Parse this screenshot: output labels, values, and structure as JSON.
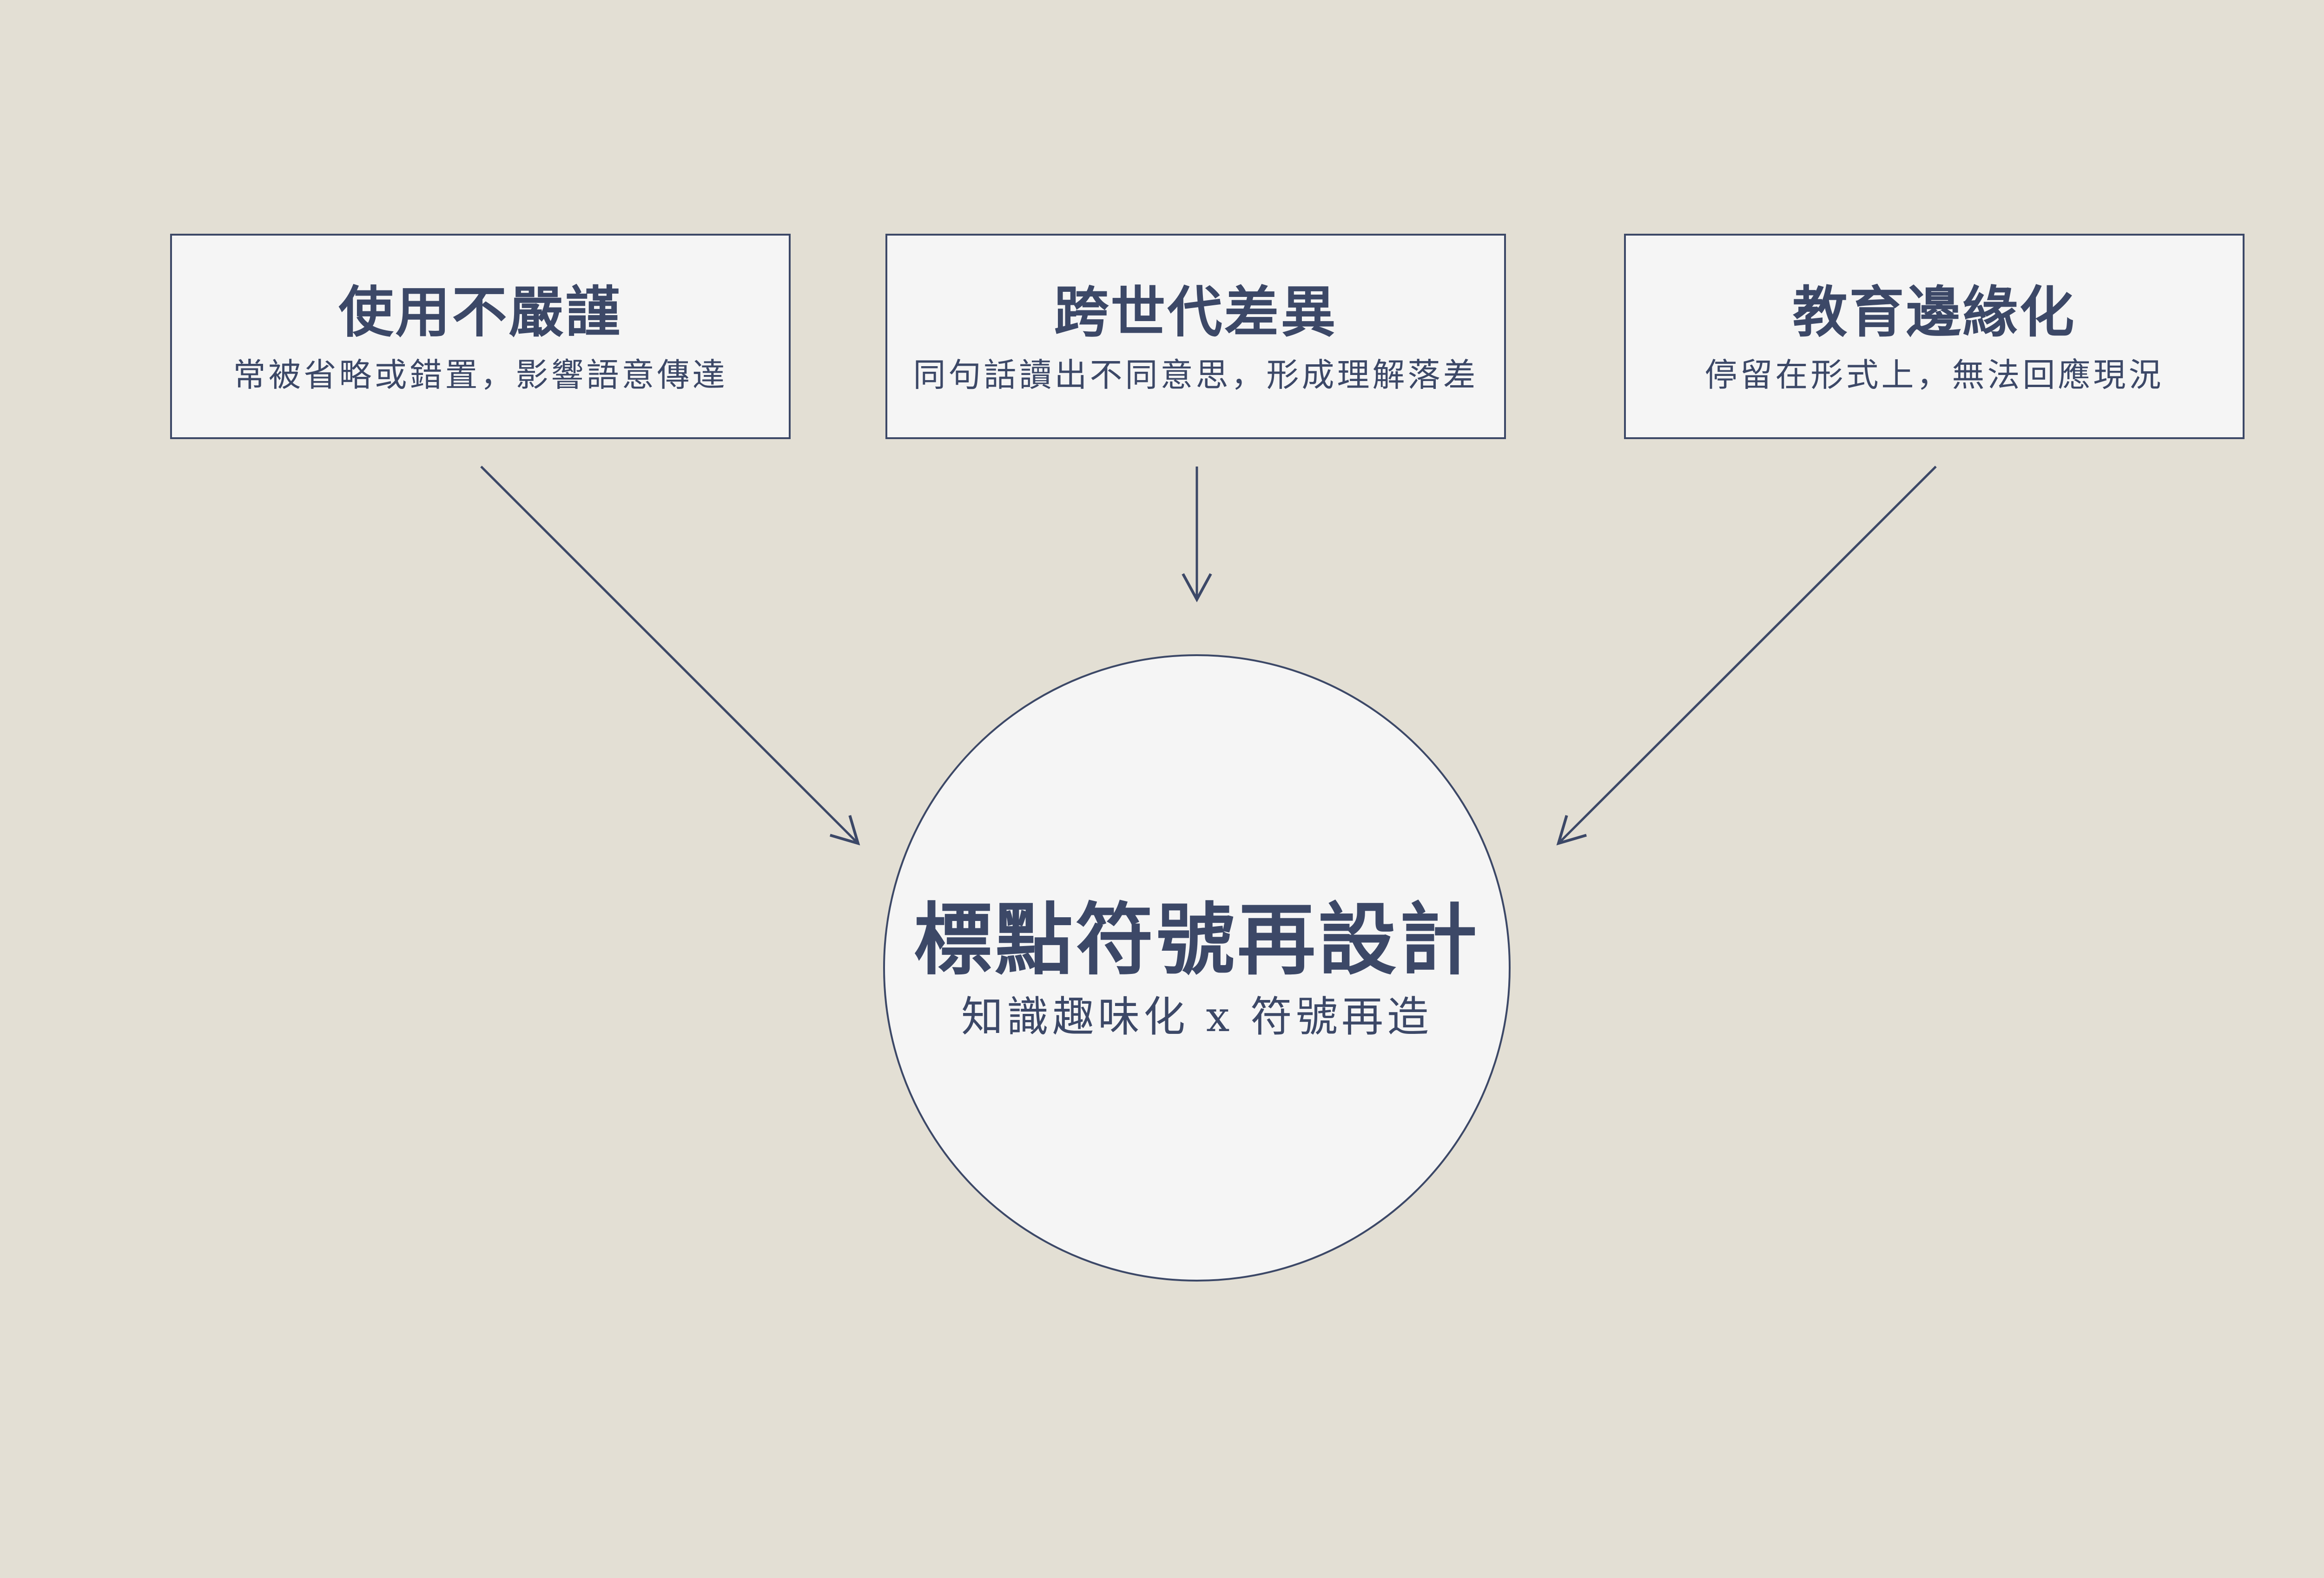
{
  "colors": {
    "background": "#e3dfd4",
    "box_fill": "#f5f5f5",
    "ink": "#3c4867"
  },
  "boxes": [
    {
      "title": "使用不嚴謹",
      "subtitle": "常被省略或錯置，影響語意傳達"
    },
    {
      "title": "跨世代差異",
      "subtitle": "同句話讀出不同意思，形成理解落差"
    },
    {
      "title": "教育邊緣化",
      "subtitle": "停留在形式上，無法回應現況"
    }
  ],
  "center": {
    "title": "標點符號再設計",
    "subtitle": "知識趣味化 x 符號再造"
  }
}
